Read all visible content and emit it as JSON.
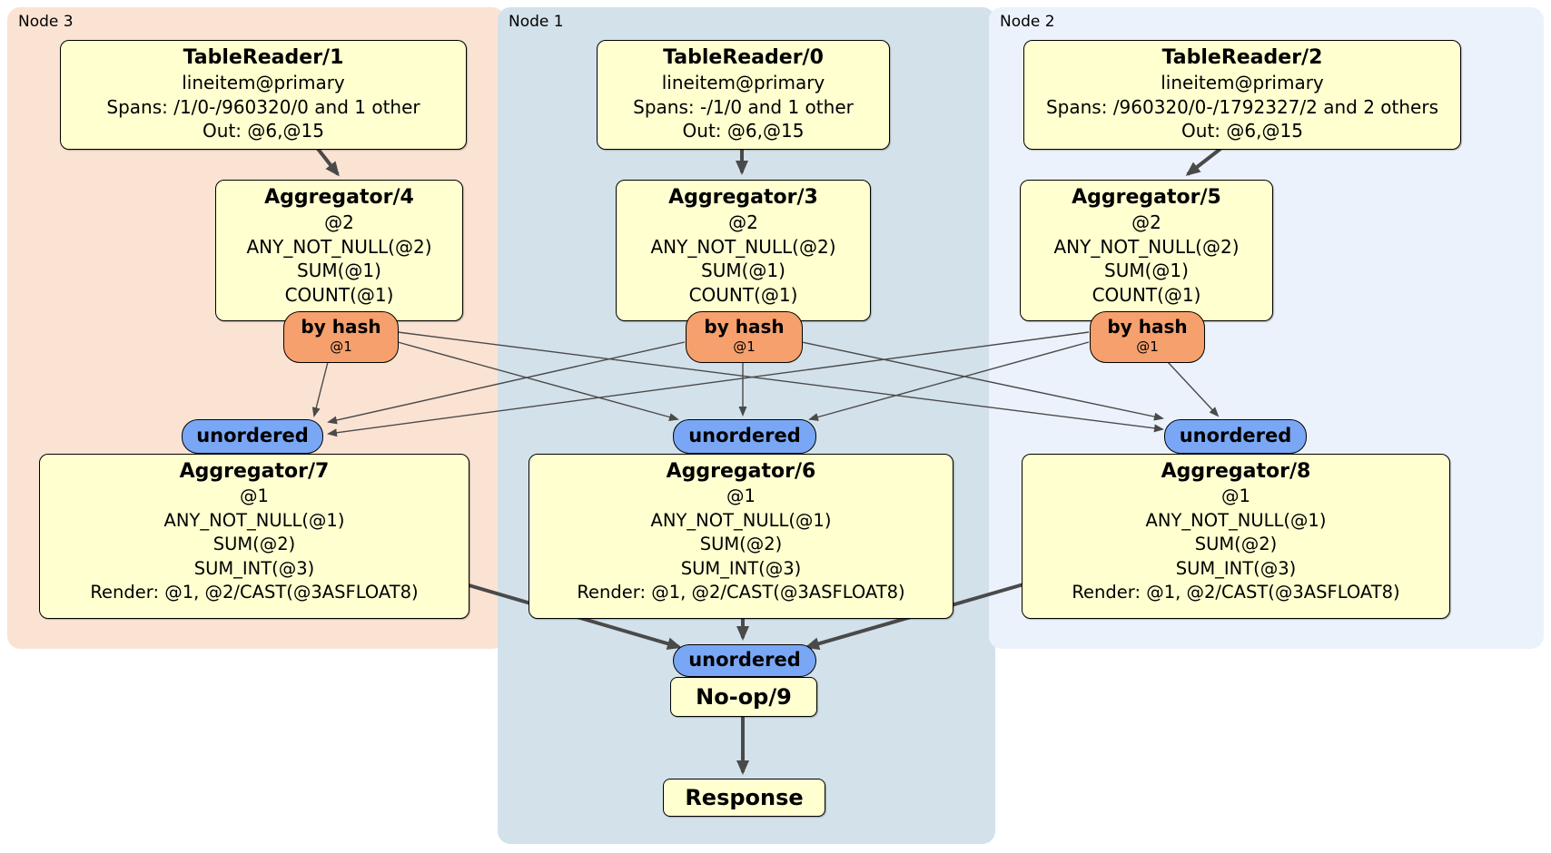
{
  "regions": [
    {
      "id": "node3",
      "label": "Node 3",
      "bg": "#fbe3d4"
    },
    {
      "id": "node1",
      "label": "Node 1",
      "bg": "#d3e1ea"
    },
    {
      "id": "node2",
      "label": "Node 2",
      "bg": "#ecf2fb"
    }
  ],
  "labels": {
    "by_hash": "by hash",
    "hash_key": "@1",
    "unordered": "unordered"
  },
  "processors": {
    "tr1": {
      "title": "TableReader/1",
      "lines": [
        "lineitem@primary",
        "Spans: /1/0-/960320/0 and 1 other",
        "Out: @6,@15"
      ]
    },
    "tr0": {
      "title": "TableReader/0",
      "lines": [
        "lineitem@primary",
        "Spans: -/1/0 and 1 other",
        "Out: @6,@15"
      ]
    },
    "tr2": {
      "title": "TableReader/2",
      "lines": [
        "lineitem@primary",
        "Spans: /960320/0-/1792327/2 and 2 others",
        "Out: @6,@15"
      ]
    },
    "agg4": {
      "title": "Aggregator/4",
      "lines": [
        "@2",
        "ANY_NOT_NULL(@2)",
        "SUM(@1)",
        "COUNT(@1)"
      ]
    },
    "agg3": {
      "title": "Aggregator/3",
      "lines": [
        "@2",
        "ANY_NOT_NULL(@2)",
        "SUM(@1)",
        "COUNT(@1)"
      ]
    },
    "agg5": {
      "title": "Aggregator/5",
      "lines": [
        "@2",
        "ANY_NOT_NULL(@2)",
        "SUM(@1)",
        "COUNT(@1)"
      ]
    },
    "agg7": {
      "title": "Aggregator/7",
      "lines": [
        "@1",
        "ANY_NOT_NULL(@1)",
        "SUM(@2)",
        "SUM_INT(@3)",
        "Render: @1, @2/CAST(@3ASFLOAT8)"
      ]
    },
    "agg6": {
      "title": "Aggregator/6",
      "lines": [
        "@1",
        "ANY_NOT_NULL(@1)",
        "SUM(@2)",
        "SUM_INT(@3)",
        "Render: @1, @2/CAST(@3ASFLOAT8)"
      ]
    },
    "agg8": {
      "title": "Aggregator/8",
      "lines": [
        "@1",
        "ANY_NOT_NULL(@1)",
        "SUM(@2)",
        "SUM_INT(@3)",
        "Render: @1, @2/CAST(@3ASFLOAT8)"
      ]
    },
    "noop": {
      "title": "No-op/9"
    },
    "response": {
      "title": "Response"
    }
  },
  "colors": {
    "node3_bg": "#fbe3d4",
    "node1_bg": "#d3e1ea",
    "node2_bg": "#ecf2fb",
    "processor_fill": "#ffffd0",
    "processor_border": "#000000",
    "router_fill": "#f5a06d",
    "sync_fill": "#79a7f5",
    "edge": "#4a4a4a"
  }
}
